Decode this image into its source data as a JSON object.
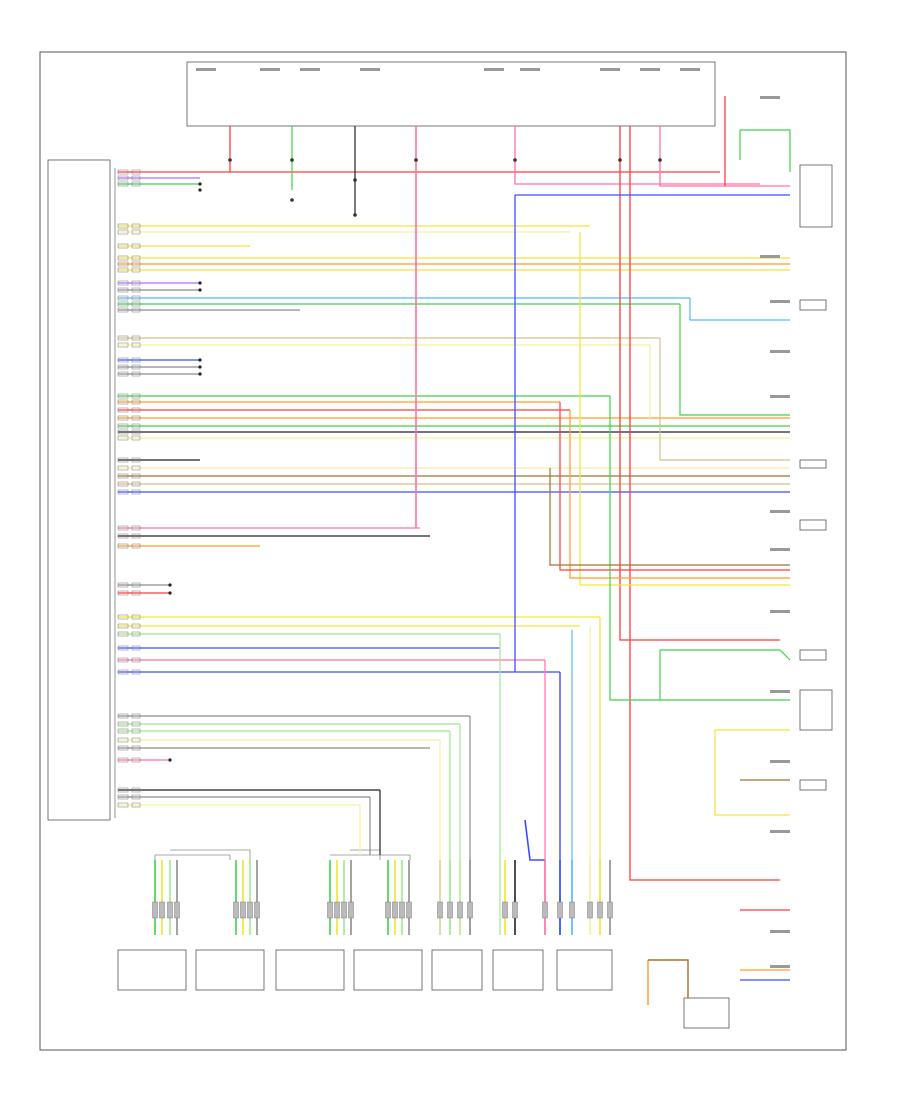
{
  "colors": {
    "red": "#ff3b3b",
    "pink": "#ff6fa8",
    "green": "#3fd14a",
    "lightgreen": "#9ee88f",
    "yellow": "#f2e33a",
    "paleyellow": "#f6f0a0",
    "blue": "#3b4dff",
    "lightblue": "#57b7ff",
    "gray": "#8c8c8c",
    "darkgray": "#555555",
    "black": "#222222",
    "brown": "#a5702c",
    "orange": "#ff9a2a",
    "violet": "#b06bff",
    "cyan": "#39c6c6",
    "tan": "#d8c08a"
  },
  "icons": [
    "ground-symbol",
    "splice-dot",
    "switch-symbol"
  ]
}
